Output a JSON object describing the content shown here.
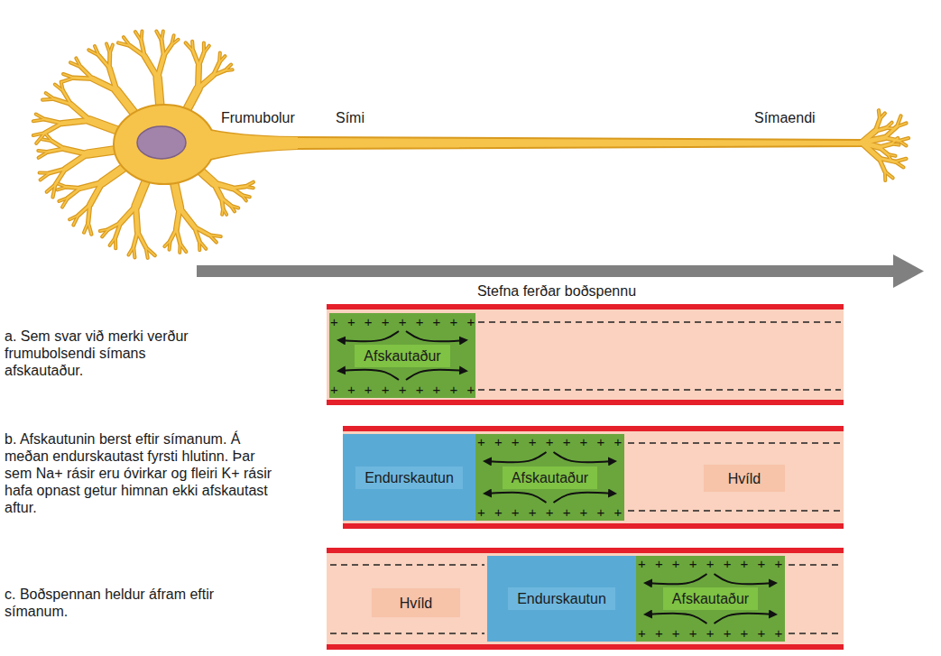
{
  "diagram": {
    "nodes": [
      {
        "text": [
          "Afskautaður"
        ]
      },
      {
        "text": [
          "Endurskautun"
        ]
      },
      {
        "text": [
          "Afskautaður"
        ]
      },
      {
        "text": [
          "Hvíld"
        ]
      },
      {
        "text": [
          "Hvíld"
        ]
      },
      {
        "text": [
          "Endurskautun"
        ]
      },
      {
        "text": [
          "Afskautaður"
        ]
      }
    ],
    "labels": [
      "Frumubolur",
      "Sími",
      "Símaendi",
      "Stefna ferðar boðspennu",
      "a. Sem svar við merki verður frumubolsendi símans afskautaður.",
      "+ + + + + + + + +",
      "+ + + + + + + + +",
      "b. Afskautunin berst eftir símanum. Á meðan endurskautast fyrsti hlutinn. Þar sem Na+ rásir eru óvirkar og fleiri K+ rásir hafa opnast getur himnan ekki afskautast aftur.",
      "+ + + + + + + + +",
      "+ + + + + + + + +",
      "c. Boðspennan heldur áfram eftir símanum.",
      "+ + + + + + + + +",
      "+ + + + + + + + +"
    ]
  }
}
